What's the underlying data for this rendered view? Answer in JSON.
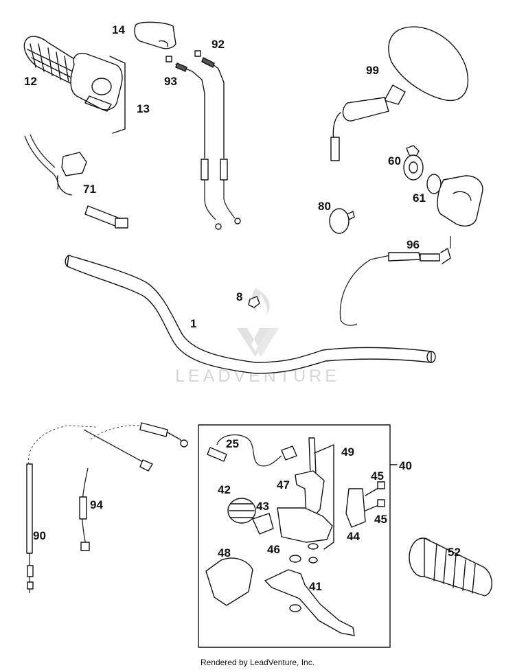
{
  "watermark": {
    "brand": "LEADVENTURE"
  },
  "footer": {
    "credit": "Rendered by LeadVenture, Inc."
  },
  "callouts": {
    "p1": "1",
    "p8": "8",
    "p12": "12",
    "p13": "13",
    "p14": "14",
    "p25": "25",
    "p40": "40",
    "p41": "41",
    "p42": "42",
    "p43": "43",
    "p44": "44",
    "p45a": "45",
    "p45b": "45",
    "p46": "46",
    "p47": "47",
    "p48": "48",
    "p49": "49",
    "p52": "52",
    "p60": "60",
    "p61": "61",
    "p71": "71",
    "p80": "80",
    "p90": "90",
    "p92": "92",
    "p93": "93",
    "p94": "94",
    "p96": "96",
    "p99": "99"
  },
  "colors": {
    "line": "#111111",
    "watermark": "#d6d6d6",
    "background": "#ffffff"
  }
}
